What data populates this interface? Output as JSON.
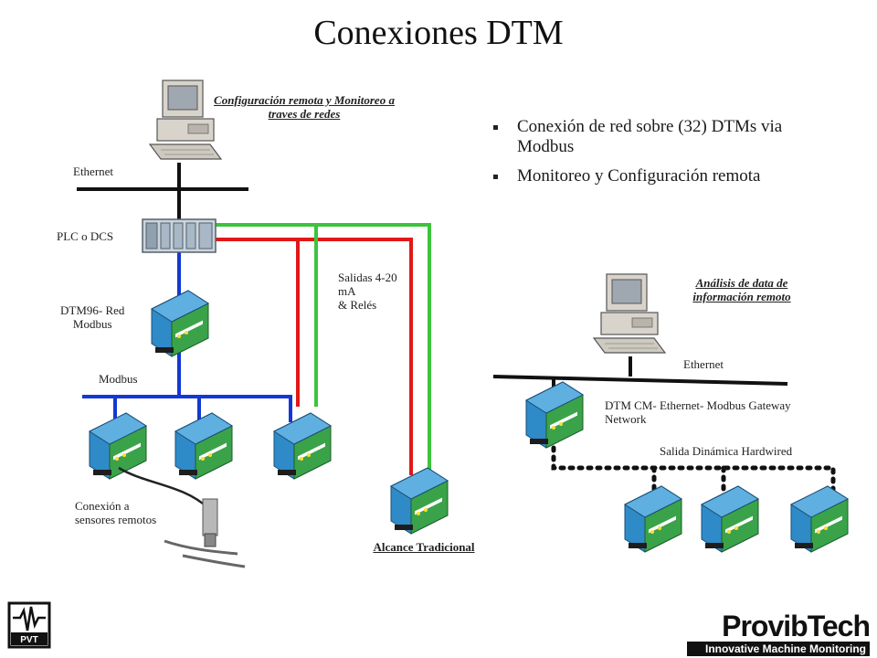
{
  "title": "Conexiones DTM",
  "bullets": [
    "Conexión de red sobre (32) DTMs via Modbus",
    "Monitoreo y Configuración remota"
  ],
  "labels": {
    "config_remote": "Configuración remota y Monitoreo a traves de redes",
    "ethernet_left": "Ethernet",
    "plc": "PLC o DCS",
    "outputs_line1": "Salidas 4-20",
    "outputs_line2": "mA",
    "outputs_line3": "& Relés",
    "dtm96_line1": "DTM96- Red",
    "dtm96_line2": "Modbus",
    "modbus": "Modbus",
    "sensors_line1": "Conexión a",
    "sensors_line2": "sensores remotos",
    "traditional": "Alcance Tradicional",
    "analysis": "Análisis de data de información remoto",
    "ethernet_right": "Ethernet",
    "gateway_line1": "DTM CM- Ethernet- Modbus Gateway",
    "gateway_line2": "Network",
    "dynamic_output": "Salida Dinámica Hardwired"
  },
  "logos": {
    "left": "PVT",
    "right_brand": "ProvibTech",
    "right_tagline": "Innovative Machine Monitoring"
  },
  "colors": {
    "modbus_line": "#1438d6",
    "green_line": "#3cc43c",
    "red_line": "#e01818",
    "ethernet_line": "#111111",
    "module_body": "#2f8ac8",
    "module_face": "#3aa34a"
  }
}
